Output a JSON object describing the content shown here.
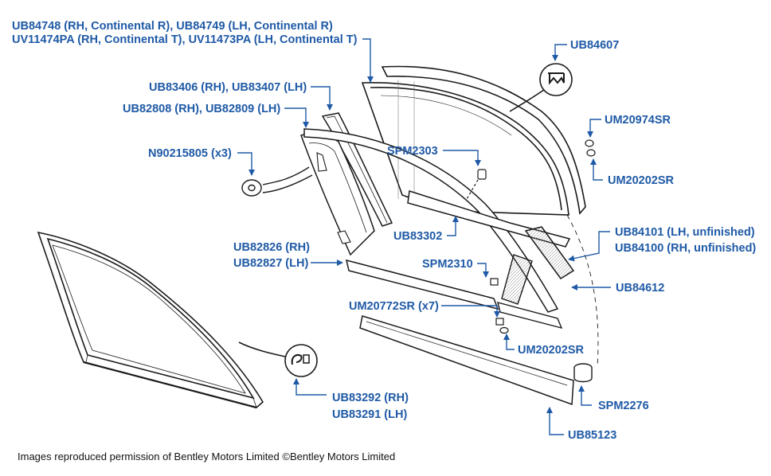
{
  "labels": {
    "ub84748": "UB84748 (RH, Continental R), UB84749 (LH, Continental R)",
    "uv11474": "UV11474PA (RH, Continental T), UV11473PA (LH, Continental T)",
    "ub84607": "UB84607",
    "ub83406": "UB83406 (RH), UB83407 (LH)",
    "ub82808": "UB82808 (RH), UB82809 (LH)",
    "um20974": "UM20974SR",
    "n90215805": "N90215805 (x3)",
    "spm2303": "SPM2303",
    "um20202_top": "UM20202SR",
    "ub83302": "UB83302",
    "ub84101": "UB84101 (LH, unfinished)",
    "ub84100": "UB84100 (RH, unfinished)",
    "ub82826": "UB82826 (RH)",
    "ub82827": "UB82827 (LH)",
    "spm2310": "SPM2310",
    "ub84612": "UB84612",
    "um20772": "UM20772SR (x7)",
    "um20202_bottom": "UM20202SR",
    "ub83292": "UB83292 (RH)",
    "ub83291": "UB83291 (LH)",
    "spm2276": "SPM2276",
    "ub85123": "UB85123"
  },
  "footer": {
    "credit": "Images reproduced permission of Bentley Motors Limited ©Bentley Motors Limited"
  },
  "colors": {
    "label": "#1f5aa6",
    "leader": "#1f5aa6",
    "drawing": "#1a1a1a"
  }
}
